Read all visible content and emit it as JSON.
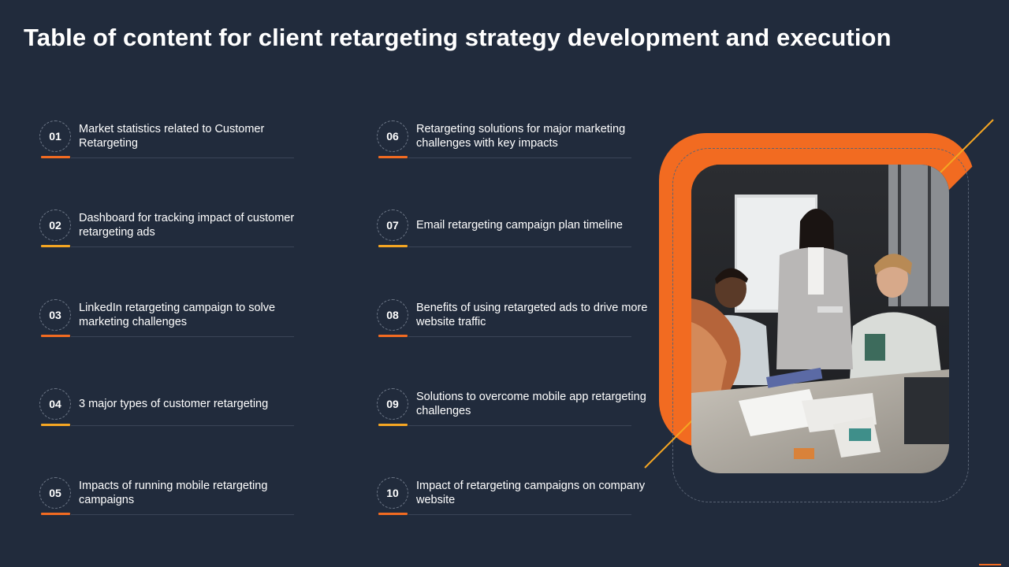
{
  "title": "Table of content for client retargeting strategy development and execution",
  "colors": {
    "background": "#212b3c",
    "accent_orange": "#f26b21",
    "accent_yellow": "#f5a623"
  },
  "items": [
    {
      "num": "01",
      "label": "Market statistics related to Customer Retargeting"
    },
    {
      "num": "02",
      "label": "Dashboard for tracking impact of customer retargeting ads"
    },
    {
      "num": "03",
      "label": "LinkedIn retargeting campaign to solve marketing challenges"
    },
    {
      "num": "04",
      "label": "3 major types of customer retargeting"
    },
    {
      "num": "05",
      "label": "Impacts of running mobile retargeting campaigns"
    },
    {
      "num": "06",
      "label": "Retargeting solutions for major marketing challenges with key impacts"
    },
    {
      "num": "07",
      "label": "Email retargeting campaign plan timeline"
    },
    {
      "num": "08",
      "label": "Benefits of using retargeted ads to drive more website traffic"
    },
    {
      "num": "09",
      "label": "Solutions to overcome mobile app retargeting challenges"
    },
    {
      "num": "10",
      "label": "Impact of retargeting campaigns on company website"
    }
  ]
}
